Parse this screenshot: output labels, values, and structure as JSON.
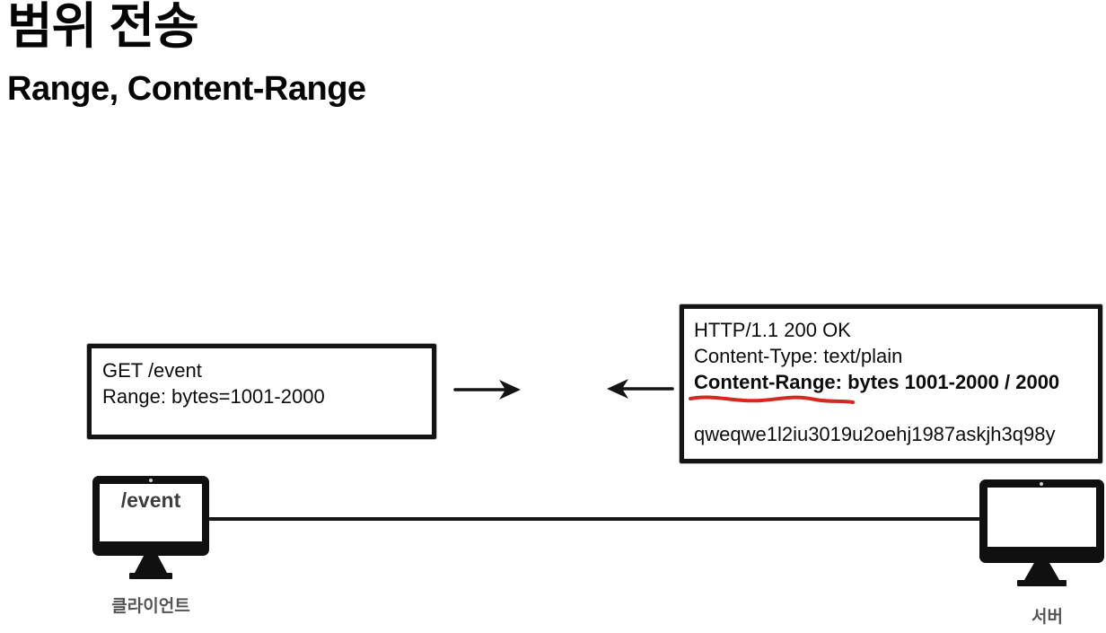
{
  "header": {
    "title": "범위 전송",
    "subtitle": "Range, Content-Range"
  },
  "request_box": {
    "line1": "GET /event",
    "line2": "Range: bytes=1001-2000"
  },
  "response_box": {
    "line1": "HTTP/1.1 200 OK",
    "line2": "Content-Type: text/plain",
    "line3": "Content-Range: bytes 1001-2000 / 2000",
    "body": "qweqwe1l2iu3019u2oehj1987askjh3q98y"
  },
  "client": {
    "screen_text": "/event",
    "label": "클라이언트"
  },
  "server": {
    "label": "서버"
  },
  "colors": {
    "ink": "#141414",
    "underline_red": "#d6281e",
    "label_gray": "#555555",
    "screen_text_gray": "#3d3d3d"
  }
}
